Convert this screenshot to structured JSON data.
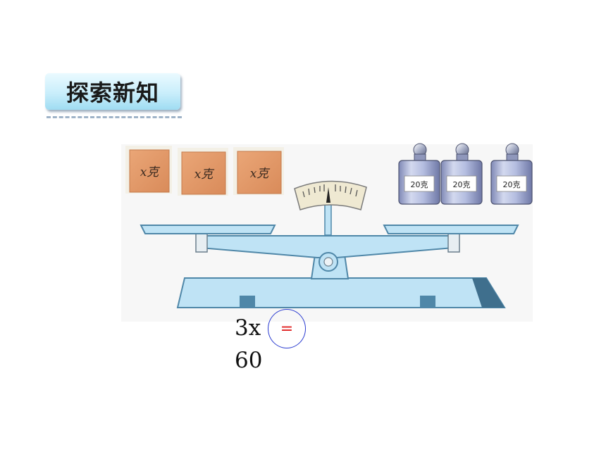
{
  "title": "探索新知",
  "blocks": [
    {
      "label": "x克"
    },
    {
      "label": "x克"
    },
    {
      "label": "x克"
    }
  ],
  "weights": [
    {
      "label": "20克"
    },
    {
      "label": "20克"
    },
    {
      "label": "20克"
    }
  ],
  "equation": {
    "left": "3x",
    "sign": "=",
    "right": "60"
  },
  "colors": {
    "scale_fill": "#bfe3f5",
    "scale_stroke": "#4f87a8",
    "block_fill": "#e39a6a",
    "weight_fill": "#b9c1e0",
    "sign": "#e02020",
    "circle": "#2a3bd0"
  }
}
